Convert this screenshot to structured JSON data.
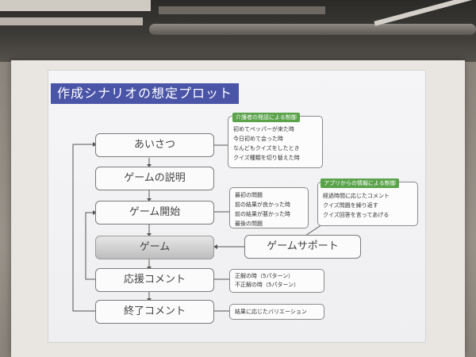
{
  "title": "作成シナリオの想定プロット",
  "flow": {
    "greeting": "あいさつ",
    "explain": "ゲームの説明",
    "start": "ゲーム開始",
    "game": "ゲーム",
    "cheer": "応援コメント",
    "end": "終了コメント",
    "support": "ゲームサポート"
  },
  "notes": {
    "speech_tag": "介護者の発話による制御",
    "speech_lines": [
      "初めてペッパーが来た時",
      "今日初めて会った時",
      "なんどもクイズをしたとき",
      "クイズ種類を切り替えた時"
    ],
    "app_tag": "アプリからの情報による制御",
    "app_lines": [
      "経過時間に応じたコメント",
      "クイズ問題を繰り返す",
      "クイズ回答を言ってあげる"
    ],
    "problem_lines": [
      "最初の問題",
      "前の結果が良かった時",
      "前の結果が悪かった時",
      "最後の問題"
    ],
    "cheer_lines": [
      "正解の時（5パターン）",
      "不正解の時（5パターン）"
    ],
    "end_lines": [
      "結果に応じたバリエーション"
    ]
  }
}
